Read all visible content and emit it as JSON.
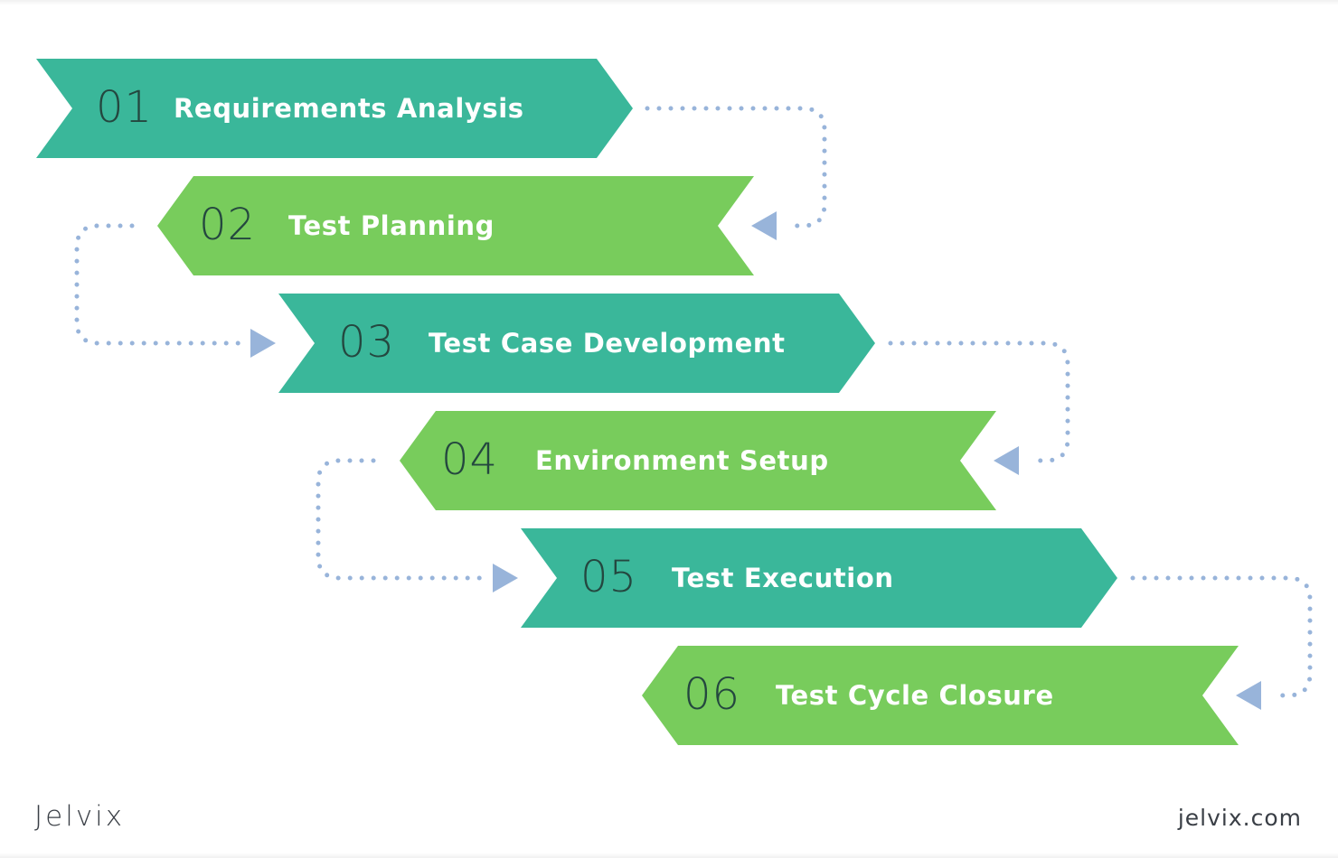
{
  "diagram": {
    "steps": [
      {
        "number": "01",
        "label": "Requirements Analysis"
      },
      {
        "number": "02",
        "label": "Test Planning"
      },
      {
        "number": "03",
        "label": "Test Case Development"
      },
      {
        "number": "04",
        "label": "Environment Setup"
      },
      {
        "number": "05",
        "label": "Test Execution"
      },
      {
        "number": "06",
        "label": "Test Cycle Closure"
      }
    ],
    "colors": {
      "teal": "#3ab79a",
      "green": "#78cc5c",
      "number_text": "#24473f",
      "label_text": "#ffffff",
      "connector": "#98b4da"
    }
  },
  "footer": {
    "logo": "Jelvix",
    "site": "jelvix.com"
  }
}
